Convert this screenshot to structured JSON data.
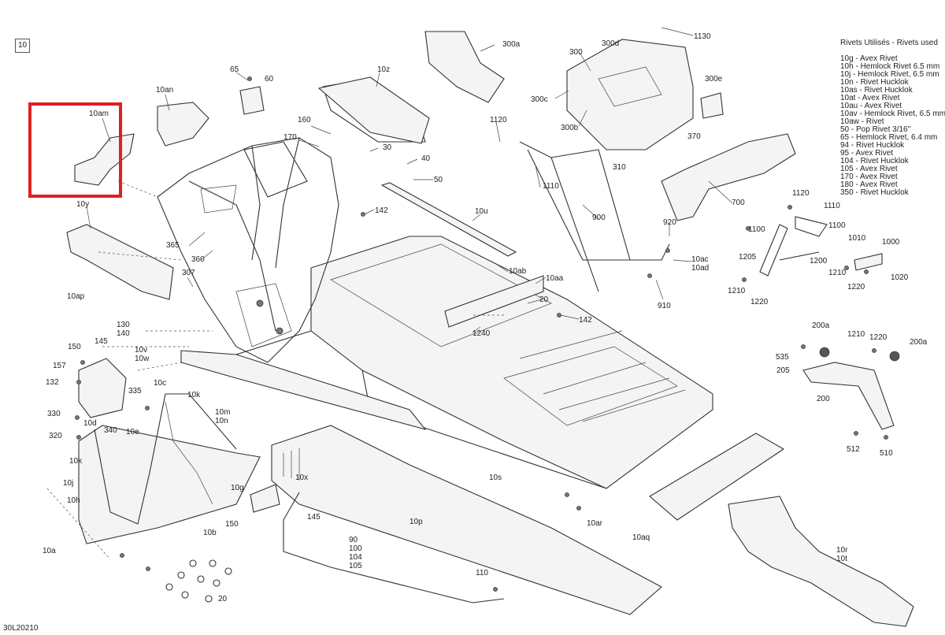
{
  "figure_number": "10",
  "drawing_ref": "30L20210",
  "legend": {
    "title": "Rivets Utilisés - Rivets used",
    "items": [
      "10g - Avex Rivet",
      "10h - Hemlock Rivet 6.5 mm",
      "10j - Hemlock Rivet, 6.5 mm",
      "10n - Rivet Hucklok",
      "10as - Rivet Hucklok",
      "10at - Avex Rivet",
      "10au - Avex Rivet",
      "10av - Hemlock Rivet, 6.5 mm",
      "10aw - Rivet",
      "50 - Pop Rivet 3/16\"",
      "65 - Hemlock Rivet, 6.4 mm",
      "94 - Rivet Hucklok",
      "95 - Avex Rivet",
      "104 - Rivet Hucklok",
      "105 - Avex Rivet",
      "170 - Avex Rivet",
      "180 - Avex Rivet",
      "350 - Rivet Hucklok"
    ]
  },
  "callouts": {
    "c10am": "10am",
    "c10an": "10an",
    "c10y": "10y",
    "c10ap": "10ap",
    "c65": "65",
    "c60": "60",
    "c10z": "10z",
    "c300a": "300a",
    "c1130": "1130",
    "c300": "300",
    "c300d": "300d",
    "c300e": "300e",
    "c300c": "300c",
    "c300b": "300b",
    "c370": "370",
    "c310": "310",
    "c1120a": "1120",
    "c160": "160",
    "c170": "170",
    "c30": "30",
    "c40": "40",
    "c50": "50",
    "c1110": "1110",
    "c700": "700",
    "c900": "900",
    "c142a": "142",
    "c10u": "10u",
    "c365": "365",
    "c360": "360",
    "c307": "307",
    "c10ab": "10ab",
    "c10aa": "10aa",
    "c920": "920",
    "c10ac": "10ac",
    "c10ad": "10ad",
    "c910": "910",
    "c20a": "20",
    "c142b": "142",
    "c1240": "1240",
    "c130": "130",
    "c140": "140",
    "c145a": "145",
    "c150a": "150",
    "c157": "157",
    "c132": "132",
    "c10v": "10v",
    "c10w": "10w",
    "c335": "335",
    "c10c": "10c",
    "c10k": "10k",
    "c10m": "10m",
    "c10n": "10n",
    "c330": "330",
    "c10d": "10d",
    "c340": "340",
    "c10e": "10e",
    "c320": "320",
    "c10ka": "10k",
    "c10j": "10j",
    "c10h": "10h",
    "c10g": "10g",
    "c150b": "150",
    "c10b": "10b",
    "c10a": "10a",
    "c10x": "10x",
    "c145b": "145",
    "c10p": "10p",
    "c10s": "10s",
    "c10ar": "10ar",
    "c10aq": "10aq",
    "c90": "90",
    "c100": "100",
    "c104": "104",
    "c105": "105",
    "c110": "110",
    "c20b": "20",
    "c10r": "10r",
    "c10t": "10t",
    "c1120b": "1120",
    "c1110b": "1110",
    "c1100a": "1100",
    "c1100b": "1100",
    "c1205": "1205",
    "c1200": "1200",
    "c1010": "1010",
    "c1000": "1000",
    "c1210a": "1210",
    "c1020": "1020",
    "c1220a": "1220",
    "c1210b": "1210",
    "c1220b": "1220",
    "c200a1": "200a",
    "c1210c": "1210",
    "c1220c": "1220",
    "c200a2": "200a",
    "c535": "535",
    "c205": "205",
    "c200": "200",
    "c512": "512",
    "c510": "510"
  }
}
